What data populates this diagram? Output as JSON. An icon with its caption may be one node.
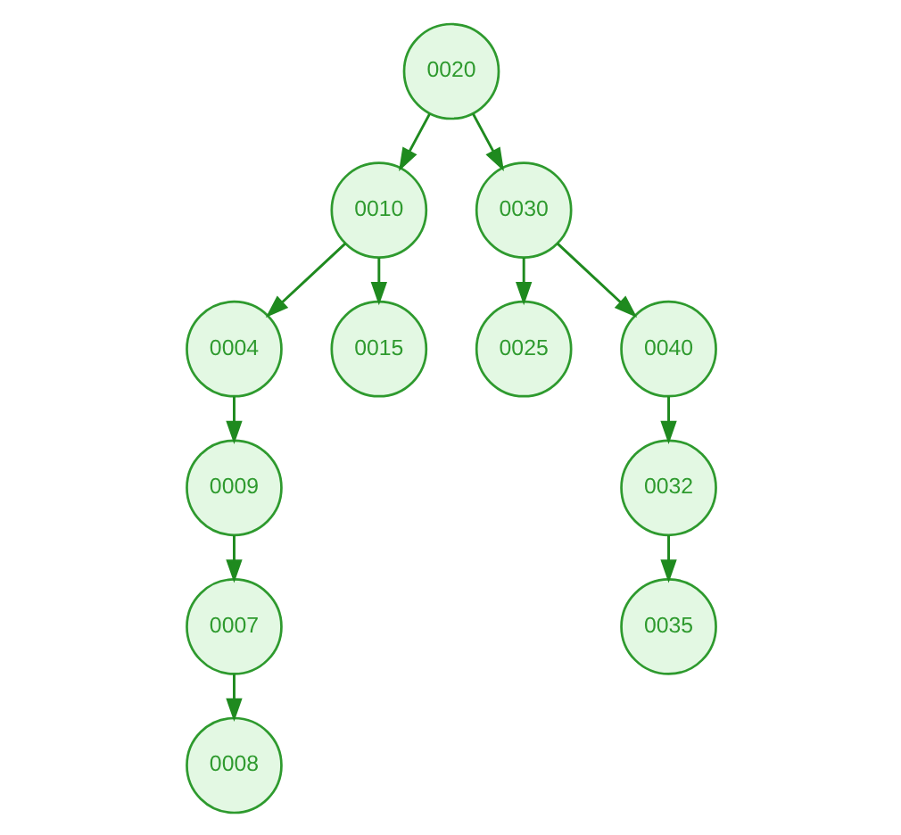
{
  "diagram": {
    "nodes": [
      {
        "text": [
          "0020"
        ]
      },
      {
        "text": [
          "0010"
        ]
      },
      {
        "text": [
          "0030"
        ]
      },
      {
        "text": [
          "0004"
        ]
      },
      {
        "text": [
          "0015"
        ]
      },
      {
        "text": [
          "0025"
        ]
      },
      {
        "text": [
          "0040"
        ]
      },
      {
        "text": [
          "0009"
        ]
      },
      {
        "text": [
          "0032"
        ]
      },
      {
        "text": [
          "0007"
        ]
      },
      {
        "text": [
          "0035"
        ]
      },
      {
        "text": [
          "0008"
        ]
      }
    ],
    "edges": [
      {
        "from": 0,
        "to": 1,
        "arrow": "to"
      },
      {
        "from": 0,
        "to": 2,
        "arrow": "to"
      },
      {
        "from": 1,
        "to": 3,
        "arrow": "to"
      },
      {
        "from": 1,
        "to": 4,
        "arrow": "to"
      },
      {
        "from": 2,
        "to": 5,
        "arrow": "to"
      },
      {
        "from": 2,
        "to": 6,
        "arrow": "to"
      },
      {
        "from": 3,
        "to": 7,
        "arrow": "to"
      },
      {
        "from": 6,
        "to": 8,
        "arrow": "to"
      },
      {
        "from": 7,
        "to": 9,
        "arrow": "to"
      },
      {
        "from": 8,
        "to": 10,
        "arrow": "to"
      },
      {
        "from": 9,
        "to": 11,
        "arrow": "to"
      }
    ]
  }
}
